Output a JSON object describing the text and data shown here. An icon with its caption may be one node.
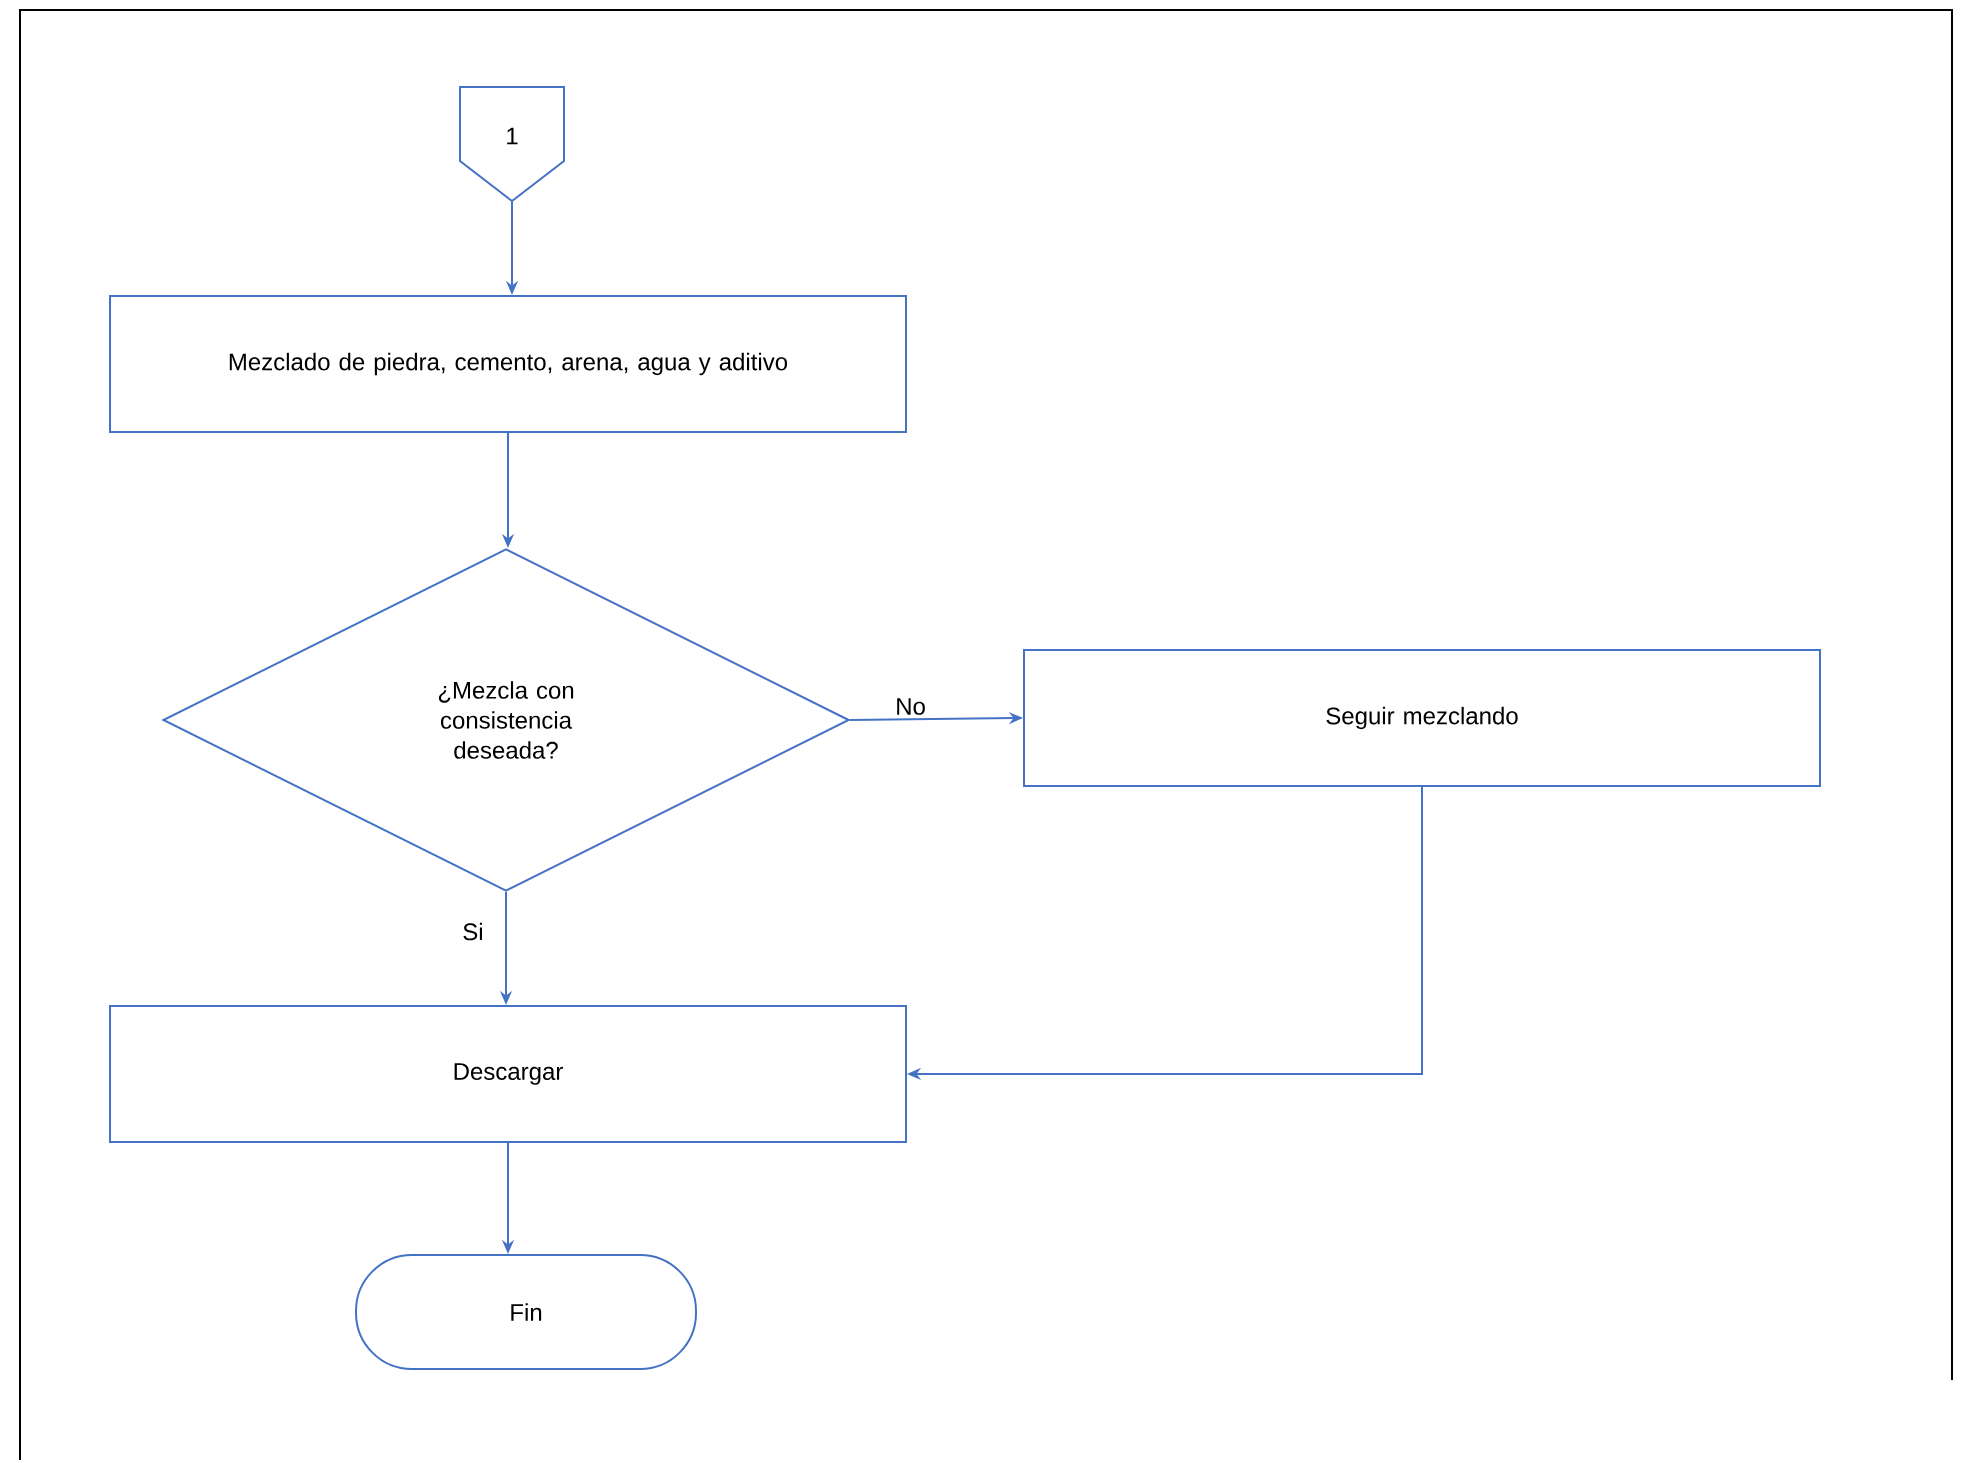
{
  "diagram": {
    "nodes": [
      {
        "text": [
          "1"
        ]
      },
      {
        "text": [
          "Mezclado de piedra, cemento, arena, agua y aditivo"
        ]
      },
      {
        "text": [
          "¿Mezcla con consistencia deseada?"
        ]
      },
      {
        "text": [
          "Seguir mezclando"
        ]
      },
      {
        "text": [
          "Descargar"
        ]
      },
      {
        "text": [
          "Fin"
        ]
      }
    ],
    "edges": [
      {
        "from": 0,
        "to": 1,
        "arrow": "to"
      },
      {
        "from": 1,
        "to": 2,
        "arrow": "to"
      },
      {
        "from": 2,
        "to": 3,
        "arrow": "to",
        "label": "No"
      },
      {
        "from": 2,
        "to": 4,
        "arrow": "to",
        "label": "Si"
      },
      {
        "from": 3,
        "to": 4,
        "arrow": "to"
      },
      {
        "from": 4,
        "to": 5,
        "arrow": "to"
      }
    ]
  }
}
